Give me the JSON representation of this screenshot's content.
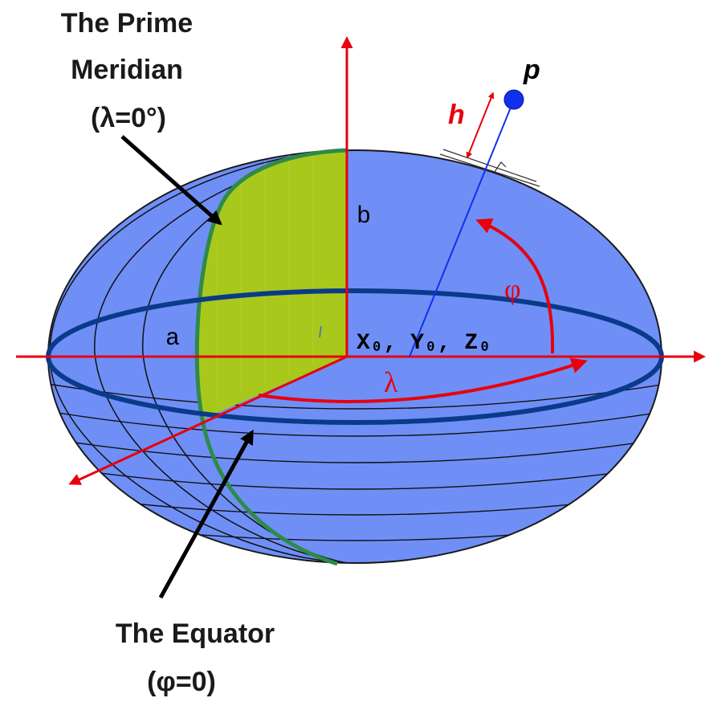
{
  "labels": {
    "prime_meridian_line1": "The Prime",
    "prime_meridian_line2": "Meridian",
    "prime_meridian_value": "(λ=0°)",
    "equator_line1": "The Equator",
    "equator_value": "(φ=0)",
    "semi_minor": "b",
    "semi_major": "a",
    "origin": "X₀, Y₀, Z₀",
    "longitude": "λ",
    "latitude": "φ",
    "height": "h",
    "point": "p"
  },
  "colors": {
    "ellipsoid_fill": "#6f8ff7",
    "outline": "#111111",
    "equator": "#0a3a8a",
    "meridian_green": "#2e8a4a",
    "meridian_fill": "#a8c81c",
    "axis_red": "#e8000c",
    "normal_blue": "#1030ee",
    "point_blue": "#1030ee",
    "text_black": "#1a1a1a"
  },
  "icons": {
    "callout_arrow": "arrow-icon",
    "point_marker": "circle-dot-icon"
  }
}
